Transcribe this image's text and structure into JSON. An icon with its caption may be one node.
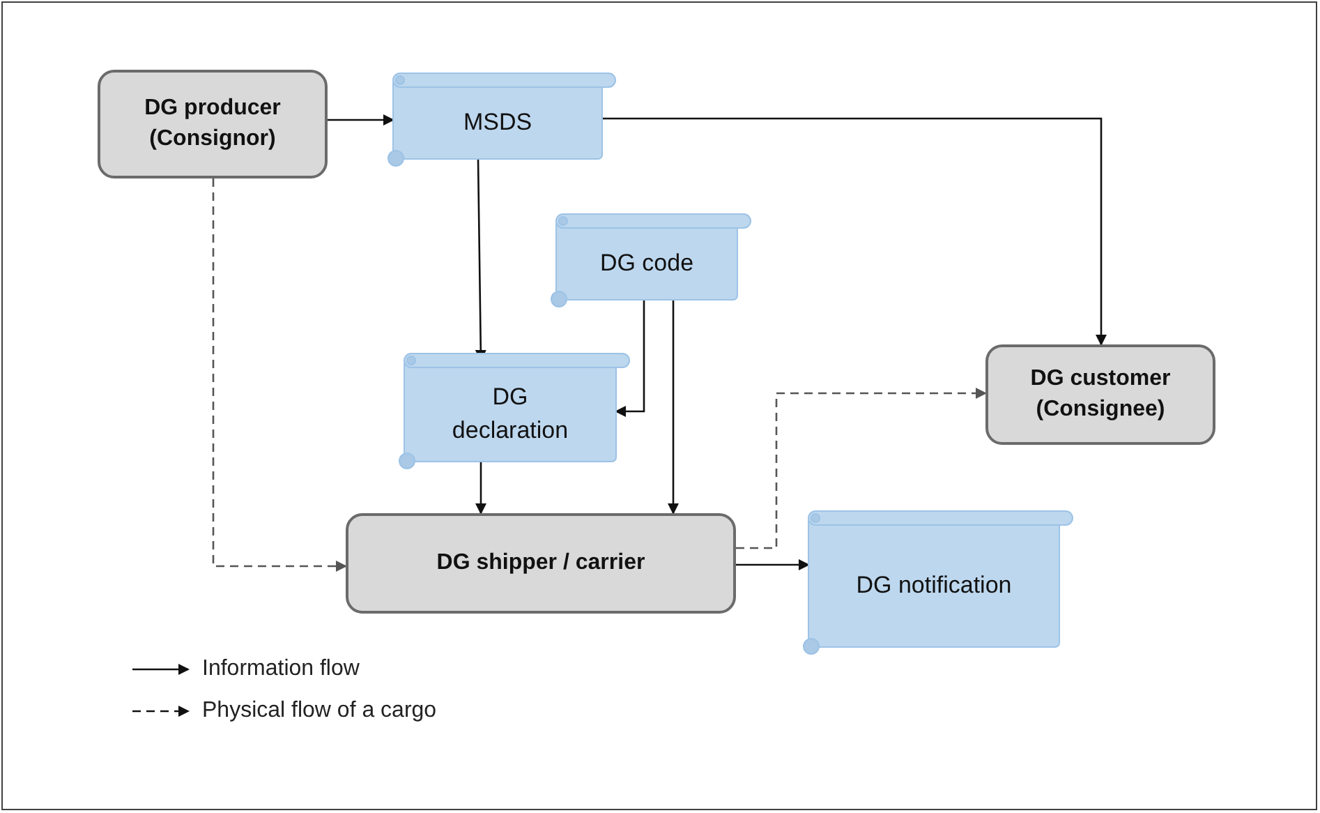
{
  "diagram": {
    "nodes": [
      {
        "text": [
          "DG producer (Consignor)"
        ]
      },
      {
        "text": [
          "MSDS"
        ]
      },
      {
        "text": [
          "DG code"
        ]
      },
      {
        "text": [
          "DG declaration"
        ]
      },
      {
        "text": [
          "DG customer (Consignee)"
        ]
      },
      {
        "text": [
          "DG shipper / carrier"
        ]
      },
      {
        "text": [
          "DG notification"
        ]
      }
    ],
    "edges": [
      {
        "from": 0,
        "to": 1,
        "arrow": "to"
      },
      {
        "from": 1,
        "to": 4,
        "arrow": "to"
      },
      {
        "from": 1,
        "to": 3,
        "arrow": "to"
      },
      {
        "from": 2,
        "to": 3,
        "arrow": "to"
      },
      {
        "from": 2,
        "to": 5,
        "arrow": "to"
      },
      {
        "from": 3,
        "to": 5,
        "arrow": "to"
      },
      {
        "from": 0,
        "to": 5,
        "arrow": "to",
        "style": "dashed"
      },
      {
        "from": 5,
        "to": 4,
        "arrow": "to",
        "style": "dashed"
      },
      {
        "from": 5,
        "to": 6,
        "arrow": "to"
      }
    ],
    "legend": [
      {
        "text": "Information flow"
      },
      {
        "text": "Physical flow of a cargo"
      }
    ]
  }
}
